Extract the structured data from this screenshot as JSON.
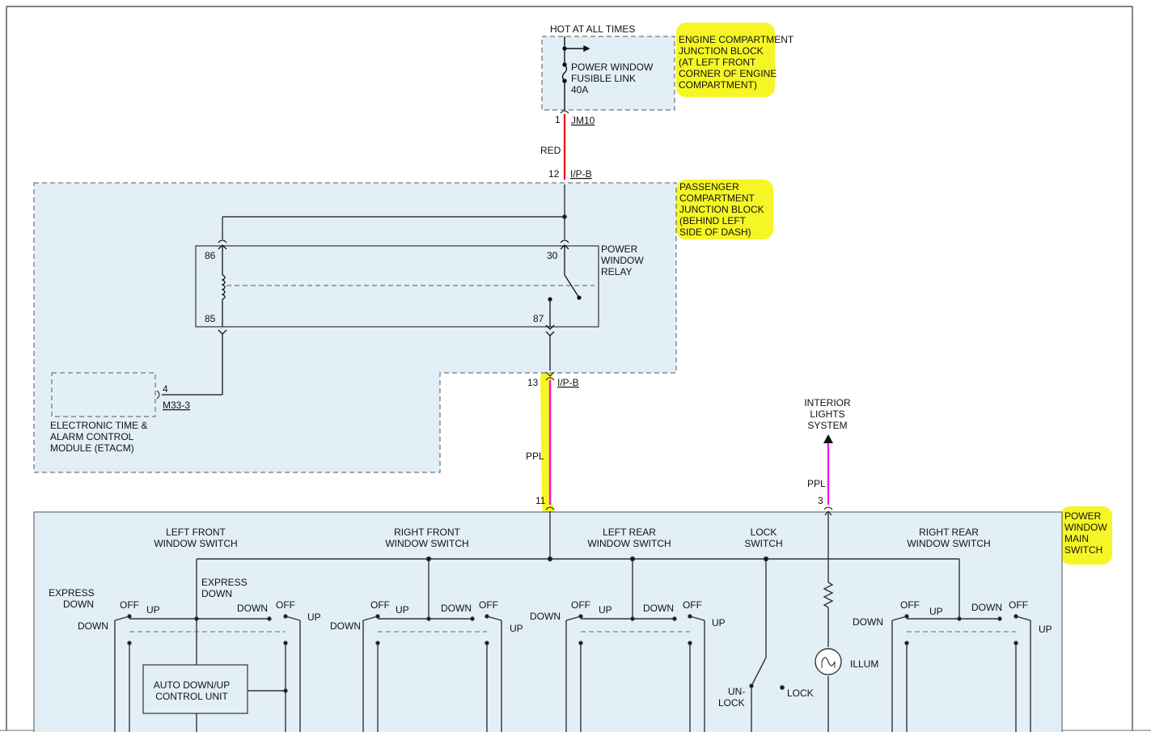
{
  "colors": {
    "block_fill": "#e3eff6",
    "wire_black": "#333333",
    "wire_red": "#e8001c",
    "wire_ppl": "#ff00ff",
    "highlight": "#f5f500"
  },
  "engine_block": {
    "source": "HOT AT ALL TIMES",
    "name_lines": [
      "ENGINE COMPARTMENT",
      "JUNCTION BLOCK",
      "(AT LEFT FRONT",
      "CORNER OF ENGINE",
      "COMPARTMENT)"
    ],
    "fuse_lines": [
      "POWER WINDOW",
      "FUSIBLE LINK",
      "40A"
    ]
  },
  "connectors": {
    "jm10_pin": "1",
    "jm10_name": "JM10",
    "ipb_top_pin": "12",
    "ipb_top_name": "I/P-B",
    "ipb_bot_pin": "13",
    "ipb_bot_name": "I/P-B",
    "m33_pin": "4",
    "m33_name": "M33-3",
    "main_in_pin": "11",
    "main_out_pin": "3"
  },
  "wires": {
    "red_label": "RED",
    "ppl_label_1": "PPL",
    "ppl_label_2": "PPL"
  },
  "passenger_block": {
    "name_lines": [
      "PASSENGER",
      "COMPARTMENT",
      "JUNCTION BLOCK",
      "(BEHIND LEFT",
      "SIDE OF DASH)"
    ]
  },
  "relay": {
    "name_lines": [
      "POWER",
      "WINDOW",
      "RELAY"
    ],
    "pin_86": "86",
    "pin_85": "85",
    "pin_30": "30",
    "pin_87": "87"
  },
  "etacm": {
    "name_lines": [
      "ELECTRONIC TIME &",
      "ALARM CONTROL",
      "MODULE (ETACM)"
    ]
  },
  "interior_lights": {
    "lines": [
      "INTERIOR",
      "LIGHTS",
      "SYSTEM"
    ]
  },
  "main_switch": {
    "name_lines": [
      "POWER",
      "WINDOW",
      "MAIN",
      "SWITCH"
    ],
    "left_front_lines": [
      "LEFT FRONT",
      "WINDOW SWITCH"
    ],
    "right_front_lines": [
      "RIGHT FRONT",
      "WINDOW SWITCH"
    ],
    "left_rear_lines": [
      "LEFT REAR",
      "WINDOW SWITCH"
    ],
    "lock_switch_lines": [
      "LOCK",
      "SWITCH"
    ],
    "right_rear_lines": [
      "RIGHT REAR",
      "WINDOW SWITCH"
    ],
    "express_down_left_lines": [
      "EXPRESS",
      "DOWN"
    ],
    "express_down_mid_lines": [
      "EXPRESS",
      "DOWN"
    ],
    "auto_unit_lines": [
      "AUTO DOWN/UP",
      "CONTROL UNIT"
    ],
    "off": "OFF",
    "up": "UP",
    "down": "DOWN",
    "unlock_lines": [
      "UN-",
      "LOCK"
    ],
    "lock": "LOCK",
    "illum": "ILLUM"
  }
}
